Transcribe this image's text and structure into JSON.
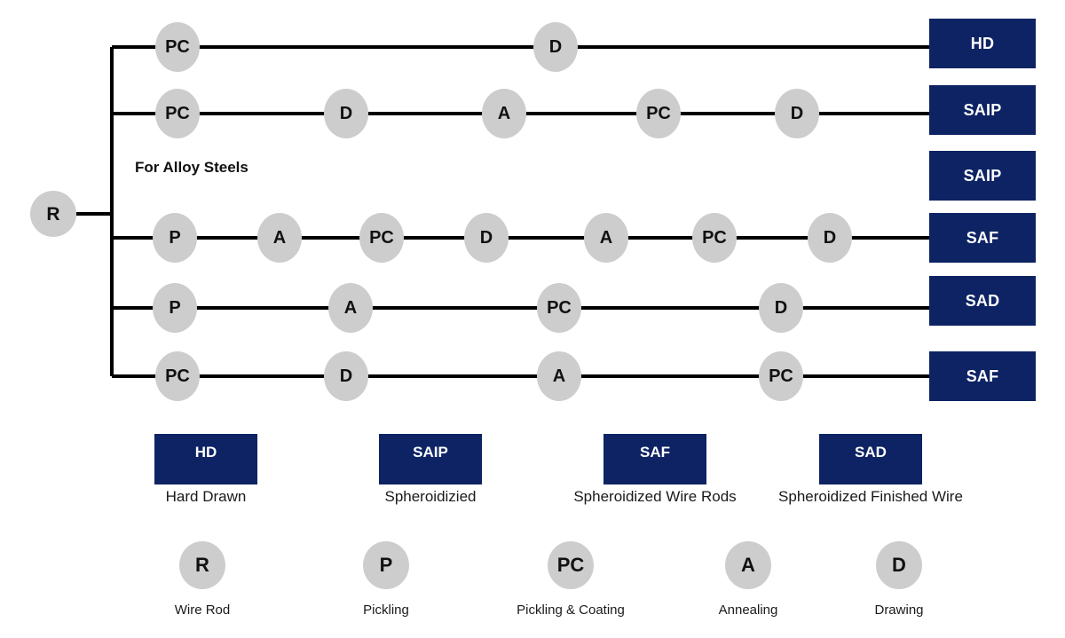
{
  "diagram": {
    "note": "For Alloy Steels",
    "colors": {
      "navy": "#0d2363",
      "node_gray": "#cdcdcd",
      "line": "#000000",
      "text": "#1a1a1a"
    },
    "root": {
      "label": "R",
      "name": "root-node-wire-rod"
    },
    "rows": [
      {
        "id": "row-1",
        "steps": [
          {
            "label": "PC"
          },
          {
            "label": "D"
          }
        ],
        "end": {
          "label": "HD"
        }
      },
      {
        "id": "row-2",
        "steps": [
          {
            "label": "PC"
          },
          {
            "label": "D"
          },
          {
            "label": "A"
          },
          {
            "label": "PC"
          },
          {
            "label": "D"
          }
        ],
        "end": {
          "label": "SAIP"
        }
      },
      {
        "id": "row-3",
        "steps": [],
        "end": {
          "label": "SAIP"
        }
      },
      {
        "id": "row-4",
        "steps": [
          {
            "label": "P"
          },
          {
            "label": "A"
          },
          {
            "label": "PC"
          },
          {
            "label": "D"
          },
          {
            "label": "A"
          },
          {
            "label": "PC"
          },
          {
            "label": "D"
          }
        ],
        "end": {
          "label": "SAF"
        }
      },
      {
        "id": "row-5",
        "steps": [
          {
            "label": "P"
          },
          {
            "label": "A"
          },
          {
            "label": "PC"
          },
          {
            "label": "D"
          }
        ],
        "end": {
          "label": "SAD"
        }
      },
      {
        "id": "row-6",
        "steps": [
          {
            "label": "PC"
          },
          {
            "label": "D"
          },
          {
            "label": "A"
          },
          {
            "label": "PC"
          }
        ],
        "end": {
          "label": "SAF"
        }
      }
    ]
  },
  "legend_boxes": [
    {
      "code": "HD",
      "caption": "Hard Drawn"
    },
    {
      "code": "SAIP",
      "caption": "Spheroidizied"
    },
    {
      "code": "SAF",
      "caption": "Spheroidized Wire Rods"
    },
    {
      "code": "SAD",
      "caption": "Spheroidized Finished Wire"
    }
  ],
  "legend_nodes": [
    {
      "code": "R",
      "caption": "Wire Rod"
    },
    {
      "code": "P",
      "caption": "Pickling"
    },
    {
      "code": "PC",
      "caption": "Pickling & Coating"
    },
    {
      "code": "A",
      "caption": "Annealing"
    },
    {
      "code": "D",
      "caption": "Drawing"
    }
  ]
}
